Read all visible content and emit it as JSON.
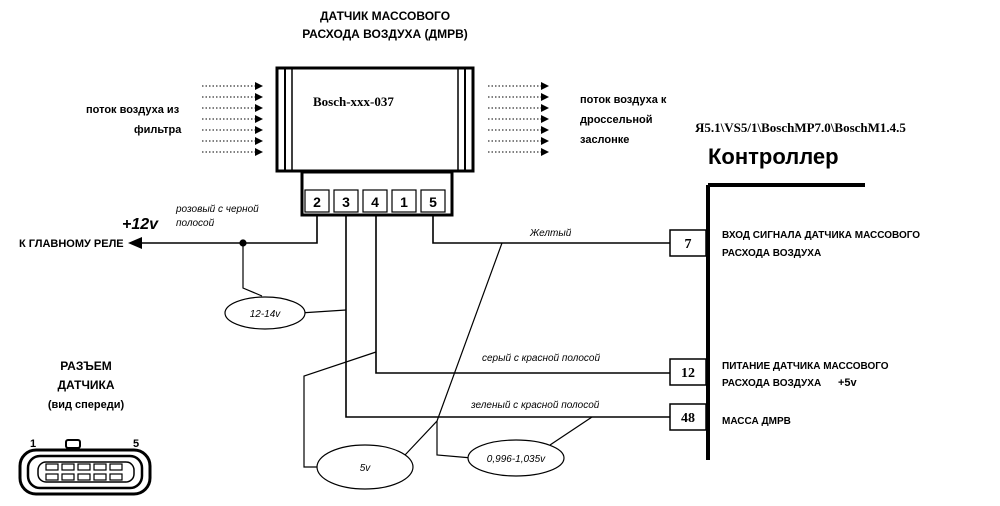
{
  "sensor": {
    "title_line1": "ДАТЧИК МАССОВОГО",
    "title_line2": "РАСХОДА ВОЗДУХА (ДМРВ)",
    "model": "Bosch-xxx-037",
    "pins": [
      "2",
      "3",
      "4",
      "1",
      "5"
    ]
  },
  "airflow": {
    "left_line1": "поток воздуха из",
    "left_line2": "фильтра",
    "right_line1": "поток воздуха к",
    "right_line2": "дроссельной",
    "right_line3": "заслонке"
  },
  "controller": {
    "models": "Я5.1\\VS5/1\\BoschMP7.0\\BoschM1.4.5",
    "title": "Контроллер",
    "pins": [
      {
        "number": "7",
        "label_line1": "ВХОД СИГНАЛА ДАТЧИКА МАССОВОГО",
        "label_line2": "РАСХОДА ВОЗДУХА",
        "extra": ""
      },
      {
        "number": "12",
        "label_line1": "ПИТАНИЕ ДАТЧИКА МАССОВОГО",
        "label_line2": "РАСХОДА ВОЗДУХА",
        "extra": "+5v"
      },
      {
        "number": "48",
        "label_line1": "МАССА ДМРВ",
        "label_line2": "",
        "extra": ""
      }
    ]
  },
  "wires": {
    "pink_line1": "розовый с черной",
    "pink_line2": "полосой",
    "plus12": "+12v",
    "main_relay": "К ГЛАВНОМУ РЕЛЕ",
    "yellow": "Желтый",
    "gray_red": "серый с красной полосой",
    "green_red": "зеленый с красной полосой"
  },
  "measurements": {
    "v12": "12-14v",
    "v5": "5v",
    "vsig": "0,996-1,035v"
  },
  "connector": {
    "title_line1": "РАЗЪЕМ",
    "title_line2": "ДАТЧИКА",
    "title_line3": "(вид спереди)",
    "pin_left": "1",
    "pin_right": "5"
  }
}
